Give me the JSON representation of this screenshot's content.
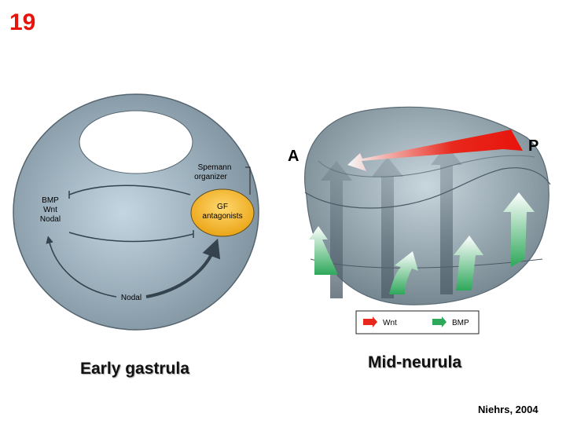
{
  "slide_number": "19",
  "left_diagram": {
    "caption": "Early gastrula",
    "organizer_label_1": "Spemann",
    "organizer_label_2": "organizer",
    "gf_label_1": "GF",
    "gf_label_2": "antagonists",
    "signals": [
      "BMP",
      "Wnt",
      "Nodal"
    ],
    "bottom_label": "Nodal"
  },
  "right_diagram": {
    "caption": "Mid-neurula",
    "anterior": "A",
    "posterior": "P",
    "legend": [
      {
        "label": "Wnt",
        "color": "#e8281c"
      },
      {
        "label": "BMP",
        "color": "#2ea85a"
      }
    ]
  },
  "citation": "Niehrs, 2004"
}
